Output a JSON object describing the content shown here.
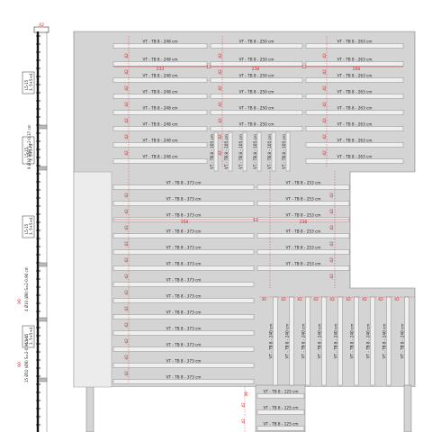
{
  "colors": {
    "slab": "#d4d4d4",
    "beam": "#efefef",
    "dimension": "#d6232a",
    "outline": "#7a7a7a",
    "text": "#222222"
  },
  "top_dim": "42",
  "labels": {
    "a248": "VT - TB 8 - 248 cm",
    "a250": "VT - TB 8 - 250 cm",
    "a263": "VT - TB 8 - 263 cm",
    "a105": "VT - TB 8 - 105 cm",
    "a373": "VT - TB 8 - 373 cm",
    "a253": "VT - TB 8 - 253 cm",
    "a240": "VT - TB 8 - 240 cm",
    "a125": "VT - TB 8 - 125 cm"
  },
  "spans": {
    "s1": "233",
    "s2": "238",
    "s3": "268",
    "s4": "358",
    "s5": "238",
    "gap": "12",
    "small30": "30",
    "small39": "39"
  },
  "spacing": "42",
  "side_labels": {
    "s1": "L5-15",
    "s2": "3, 5+5+4",
    "s3": "L5-15",
    "s4": "3, 5+5+4",
    "s5": "9 Ø10 (Ø8) S=2-0.37 cm",
    "s6": "L5-15",
    "s7": "3, 5+5+4",
    "s8": "L5-15",
    "s9": "3, 5+5+4",
    "s10": "4 Ø10 (Ø8) S=2-0.96 cm",
    "s11": "15 Ø10 (Ø8) S=2-0.96 cm",
    "s12": "90",
    "s13": "90"
  }
}
